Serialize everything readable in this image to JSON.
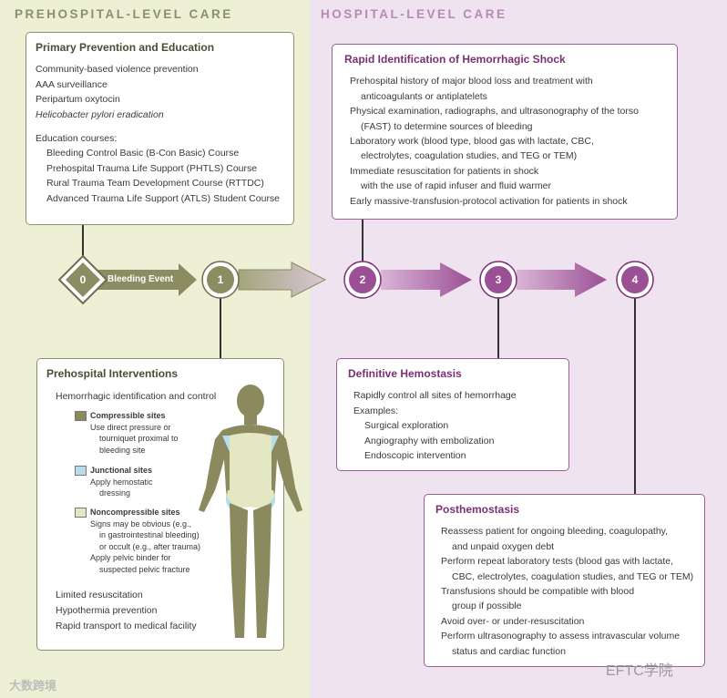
{
  "headers": {
    "left": "PREHOSPITAL-LEVEL CARE",
    "right": "HOSPITAL-LEVEL CARE"
  },
  "colors": {
    "olive": "#8a8a5e",
    "purple": "#9b4f95",
    "light_purple": "#c99ac6",
    "light_blue": "#b9dcec",
    "pale_green": "#e4e8c2"
  },
  "primary_prevention": {
    "title": "Primary Prevention and Education",
    "items": [
      "Community-based violence prevention",
      "AAA surveillance",
      "Peripartum oxytocin",
      "Helicobacter pylori eradication"
    ],
    "education_heading": "Education courses:",
    "courses": [
      "Bleeding Control Basic (B-Con Basic) Course",
      "Prehospital Trauma Life Support (PHTLS) Course",
      "Rural Trauma Team Development Course (RTTDC)",
      "Advanced Trauma Life Support (ATLS) Student Course"
    ]
  },
  "rapid_identification": {
    "title": "Rapid Identification of Hemorrhagic Shock",
    "lines": [
      "Prehospital history of major blood loss and treatment with",
      "anticoagulants or antiplatelets",
      "Physical examination, radiographs, and ultrasonography of the torso",
      "(FAST) to determine sources of bleeding",
      "Laboratory work (blood type, blood gas with lactate, CBC,",
      "electrolytes, coagulation studies, and TEG or TEM)",
      "Immediate resuscitation for patients in shock",
      "with the use of rapid infuser and fluid warmer",
      "Early massive-transfusion-protocol activation for patients in shock"
    ]
  },
  "timeline": {
    "event_number": "0",
    "event_label": "Bleeding Event",
    "steps": [
      "1",
      "2",
      "3",
      "4"
    ]
  },
  "prehospital_interventions": {
    "title": "Prehospital Interventions",
    "heading": "Hemorrhagic identification and control",
    "legend": [
      {
        "title": "Compressible sites",
        "desc": [
          "Use direct pressure or",
          "tourniquet proximal to",
          "bleeding site"
        ]
      },
      {
        "title": "Junctional sites",
        "desc": [
          "Apply hemostatic",
          "dressing"
        ]
      },
      {
        "title": "Noncompressible sites",
        "desc": [
          "Signs may be obvious (e.g.,",
          "in gastrointestinal bleeding)",
          "or occult (e.g., after trauma)",
          "Apply pelvic binder for",
          "suspected pelvic fracture"
        ]
      }
    ],
    "bottom_items": [
      "Limited resuscitation",
      "Hypothermia prevention",
      "Rapid transport to medical facility"
    ]
  },
  "definitive_hemostasis": {
    "title": "Definitive Hemostasis",
    "line1": "Rapidly control all sites of hemorrhage",
    "examples_heading": "Examples:",
    "examples": [
      "Surgical exploration",
      "Angiography with embolization",
      "Endoscopic intervention"
    ]
  },
  "posthemostasis": {
    "title": "Posthemostasis",
    "lines": [
      "Reassess patient for ongoing bleeding, coagulopathy,",
      "and unpaid oxygen debt",
      "Perform repeat laboratory tests (blood gas with lactate,",
      "CBC, electrolytes, coagulation studies, and TEG or TEM)",
      "Transfusions should be compatible with blood",
      "group if possible",
      "Avoid over- or under-resuscitation",
      "Perform ultrasonography to assess intravascular volume",
      "status and cardiac function"
    ]
  },
  "watermarks": {
    "left": "大数跨境",
    "right": "EFTC学院"
  }
}
